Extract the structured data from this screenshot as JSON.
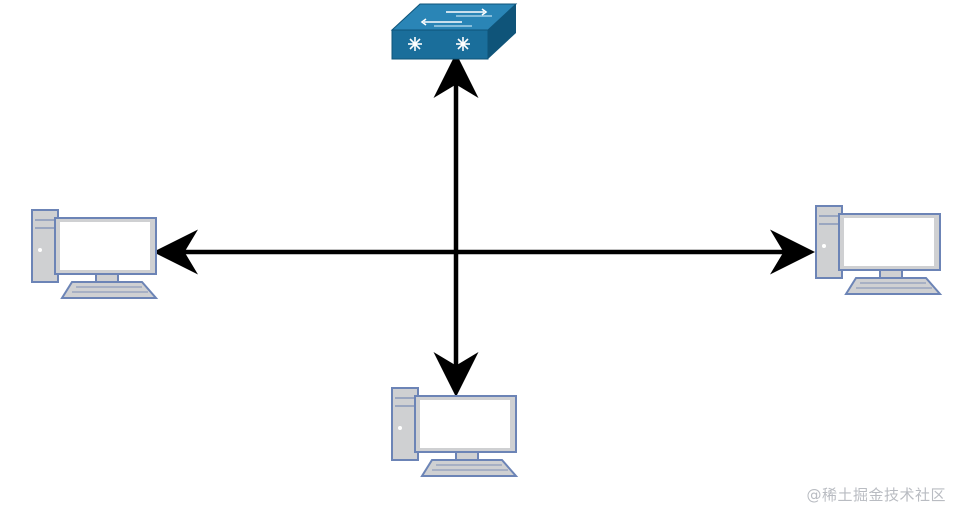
{
  "diagram": {
    "nodes": [
      {
        "id": "switch",
        "kind": "network-switch",
        "icon": "switch-icon"
      },
      {
        "id": "pc-left",
        "kind": "computer",
        "icon": "computer-icon"
      },
      {
        "id": "pc-right",
        "kind": "computer",
        "icon": "computer-icon"
      },
      {
        "id": "pc-bottom",
        "kind": "computer",
        "icon": "computer-icon"
      }
    ],
    "edges": [
      {
        "from": "center",
        "to": "switch",
        "arrow": "end"
      },
      {
        "from": "center",
        "to": "pc-left",
        "arrow": "end"
      },
      {
        "from": "center",
        "to": "pc-right",
        "arrow": "end"
      },
      {
        "from": "center",
        "to": "pc-bottom",
        "arrow": "end"
      }
    ],
    "colors": {
      "switch_face": "#1a6e9b",
      "switch_top": "#2a85b6",
      "switch_side": "#0f5479",
      "computer_fill": "#cfd0d2",
      "computer_stroke": "#6c84b6",
      "screen": "#ffffff",
      "arrow": "#000000"
    }
  },
  "watermark": "@稀土掘金技术社区"
}
